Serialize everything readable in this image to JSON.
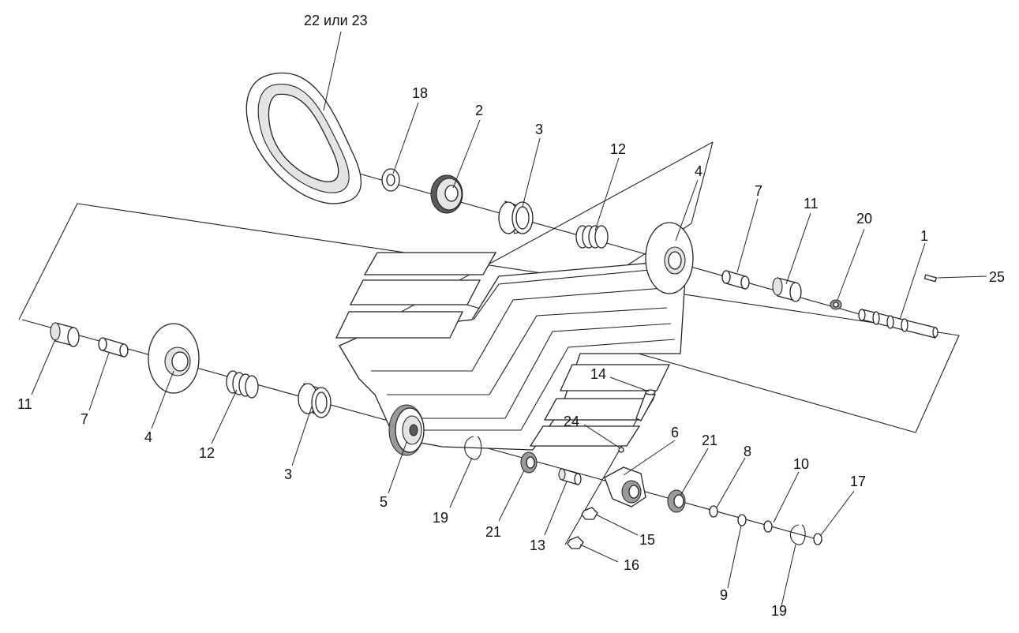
{
  "labels": {
    "top_belt": "22 или 23",
    "n18": "18",
    "n2": "2",
    "n3_top": "3",
    "n12_top": "12",
    "n4_top": "4",
    "n7_top": "7",
    "n11_top": "11",
    "n20": "20",
    "n1": "1",
    "n25": "25",
    "n11_left": "11",
    "n7_left": "7",
    "n4_left": "4",
    "n12_left": "12",
    "n3_left": "3",
    "n5": "5",
    "n19_a": "19",
    "n21_a": "21",
    "n13": "13",
    "n14": "14",
    "n24": "24",
    "n6": "6",
    "n21_b": "21",
    "n15": "15",
    "n16": "16",
    "n8": "8",
    "n9": "9",
    "n10": "10",
    "n19_b": "19",
    "n17": "17"
  }
}
